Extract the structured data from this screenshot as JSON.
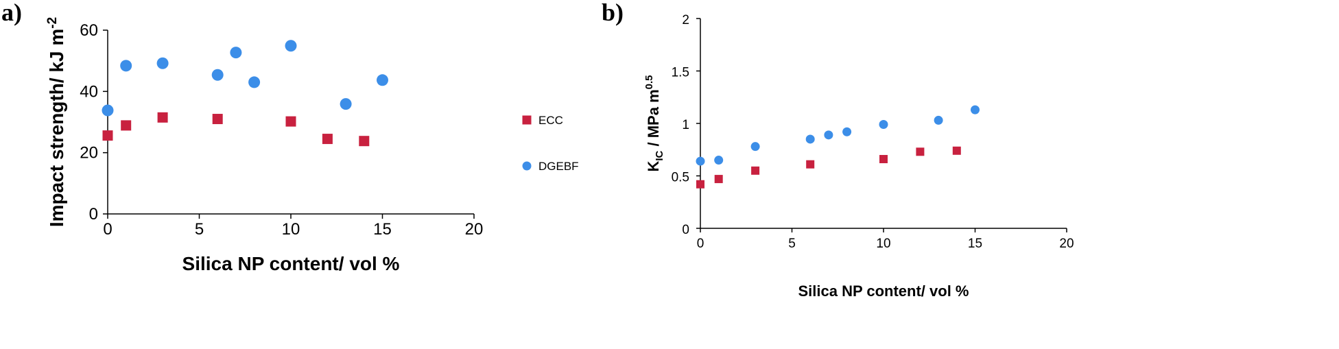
{
  "panels": {
    "a": {
      "label": "a)"
    },
    "b": {
      "label": "b)"
    }
  },
  "colors": {
    "ECC": "#c8213f",
    "DGEBF": "#3c8ee8"
  },
  "chart_data": [
    {
      "id": "a",
      "type": "scatter",
      "xlabel": "Silica NP content/ vol %",
      "ylabel": "Impact strength/ kJ m",
      "ylabel_sup": "-2",
      "xlim": [
        0,
        20
      ],
      "ylim": [
        0,
        60
      ],
      "xticks": [
        0,
        5,
        10,
        15,
        20
      ],
      "yticks": [
        0,
        20,
        40,
        60
      ],
      "legend": "right",
      "series": [
        {
          "name": "ECC",
          "marker": "square",
          "color": "#c8213f",
          "x": [
            0,
            1,
            3,
            6,
            10,
            12,
            14
          ],
          "y": [
            25.6,
            28.9,
            31.5,
            31.0,
            30.2,
            24.5,
            23.8
          ]
        },
        {
          "name": "DGEBF",
          "marker": "circle",
          "color": "#3c8ee8",
          "x": [
            0,
            1,
            3,
            6,
            7,
            8,
            10,
            13,
            15
          ],
          "y": [
            33.8,
            48.4,
            49.2,
            45.4,
            52.7,
            43.0,
            54.9,
            35.9,
            43.7
          ]
        }
      ]
    },
    {
      "id": "b",
      "type": "scatter",
      "xlabel": "Silica NP content/ vol %",
      "ylabel_parts": {
        "k": "K",
        "k_sub": "IC",
        "mid": " / MPa  m",
        "sup": "0.5"
      },
      "xlim": [
        0,
        20
      ],
      "ylim": [
        0,
        2
      ],
      "xticks": [
        0,
        5,
        10,
        15,
        20
      ],
      "yticks": [
        0,
        0.5,
        1,
        1.5,
        2
      ],
      "series": [
        {
          "name": "ECC",
          "marker": "square",
          "color": "#c8213f",
          "x": [
            0,
            1,
            3,
            6,
            10,
            12,
            14
          ],
          "y": [
            0.42,
            0.47,
            0.55,
            0.61,
            0.66,
            0.73,
            0.74
          ]
        },
        {
          "name": "DGEBF",
          "marker": "circle",
          "color": "#3c8ee8",
          "x": [
            0,
            1,
            3,
            6,
            7,
            8,
            10,
            13,
            15
          ],
          "y": [
            0.64,
            0.65,
            0.78,
            0.85,
            0.89,
            0.92,
            0.99,
            1.03,
            1.13
          ]
        }
      ]
    }
  ]
}
